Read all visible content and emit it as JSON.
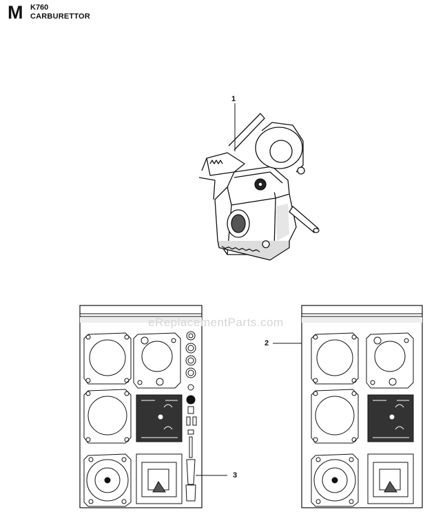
{
  "header": {
    "section_letter": "M",
    "model": "K760",
    "section_title": "CARBURETTOR"
  },
  "callouts": [
    {
      "id": "1"
    },
    {
      "id": "2"
    },
    {
      "id": "3"
    }
  ],
  "watermark": "eReplacementParts.com"
}
